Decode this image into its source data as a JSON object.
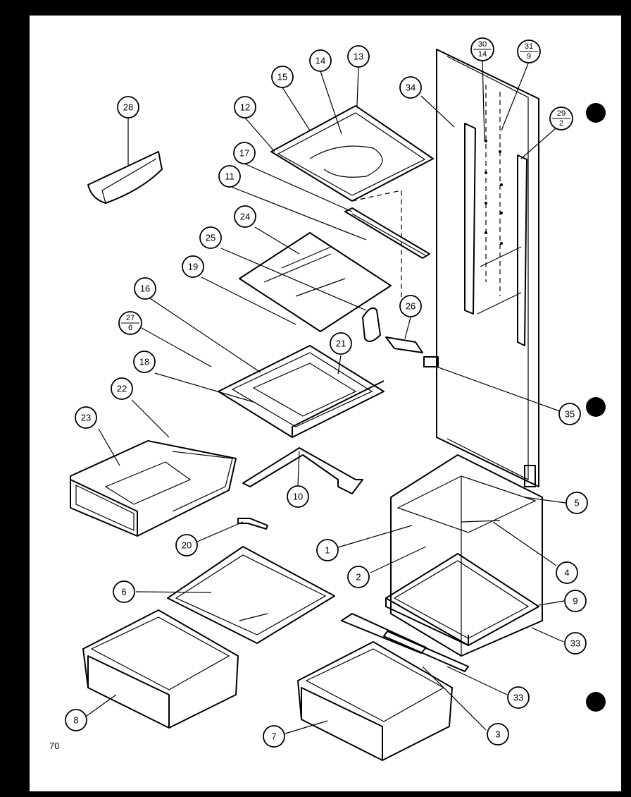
{
  "page_number": "70",
  "callouts": [
    {
      "id": "c28",
      "label": "28"
    },
    {
      "id": "c15",
      "label": "15"
    },
    {
      "id": "c14",
      "label": "14"
    },
    {
      "id": "c13",
      "label": "13"
    },
    {
      "id": "c12",
      "label": "12"
    },
    {
      "id": "c17",
      "label": "17"
    },
    {
      "id": "c11",
      "label": "11"
    },
    {
      "id": "c24",
      "label": "24"
    },
    {
      "id": "c25",
      "label": "25"
    },
    {
      "id": "c19",
      "label": "19"
    },
    {
      "id": "c16",
      "label": "16"
    },
    {
      "id": "c21",
      "label": "21"
    },
    {
      "id": "c18",
      "label": "18"
    },
    {
      "id": "c22",
      "label": "22"
    },
    {
      "id": "c23",
      "label": "23"
    },
    {
      "id": "c26",
      "label": "26"
    },
    {
      "id": "c34",
      "label": "34"
    },
    {
      "id": "c35",
      "label": "35"
    },
    {
      "id": "c10",
      "label": "10"
    },
    {
      "id": "c20",
      "label": "20"
    },
    {
      "id": "c5",
      "label": "5"
    },
    {
      "id": "c4",
      "label": "4"
    },
    {
      "id": "c1",
      "label": "1"
    },
    {
      "id": "c2",
      "label": "2"
    },
    {
      "id": "c9",
      "label": "9"
    },
    {
      "id": "c6",
      "label": "6"
    },
    {
      "id": "c33a",
      "label": "33"
    },
    {
      "id": "c33b",
      "label": "33"
    },
    {
      "id": "c8",
      "label": "8"
    },
    {
      "id": "c7",
      "label": "7"
    },
    {
      "id": "c3",
      "label": "3"
    }
  ],
  "fraction_callouts": [
    {
      "id": "f30",
      "top": "30",
      "bottom": "14"
    },
    {
      "id": "f31",
      "top": "31",
      "bottom": "9"
    },
    {
      "id": "f29",
      "top": "29",
      "bottom": "2"
    },
    {
      "id": "f27",
      "top": "27",
      "bottom": "6"
    }
  ]
}
